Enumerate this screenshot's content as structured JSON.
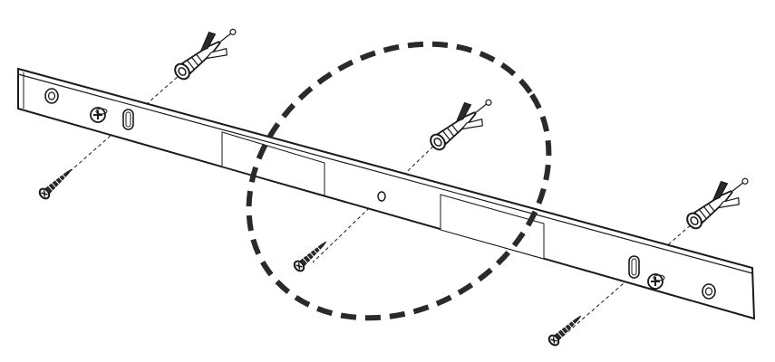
{
  "diagram": {
    "kind": "wall-bracket-mounting-illustration",
    "colors": {
      "line": "#1a1a1a",
      "fill": "#ffffff",
      "highlight": "#2a2a2a"
    },
    "parts": {
      "bracket": "mounting-bracket",
      "anchors": [
        "wall-anchor-left",
        "wall-anchor-center",
        "wall-anchor-right"
      ],
      "screws": [
        "screw-left",
        "screw-center",
        "screw-right"
      ],
      "highlight": "dashed-ellipse-center"
    }
  }
}
